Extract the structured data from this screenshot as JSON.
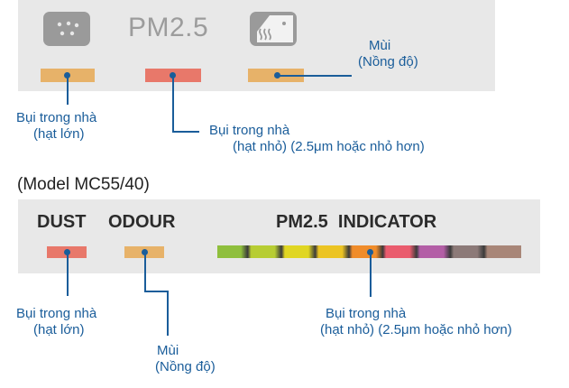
{
  "top_panel": {
    "pm_label": "PM2.5",
    "icon_dust": "dust-sensor-icon",
    "icon_odour": "odour-sensor-icon",
    "colors": {
      "dust_bar": "#e7b269",
      "pm_bar": "#e8786a",
      "odour_bar": "#e7b269"
    }
  },
  "top_callouts": {
    "odour": {
      "line1": "Mùi",
      "line2": "(Nồng độ)"
    },
    "dust_large": {
      "line1": "Bụi trong nhà",
      "line2": "(hạt lớn)"
    },
    "dust_small": {
      "line1": "Bụi trong nhà",
      "line2": "(hạt nhỏ) (2.5μm hoặc nhỏ hơn)"
    }
  },
  "model_heading": "(Model MC55/40)",
  "bottom_panel": {
    "dust_label": "DUST",
    "odour_label": "ODOUR",
    "pm_indicator_label": "PM2.5  INDICATOR",
    "indicator_colors": [
      "#8fbf3d",
      "#b7cd33",
      "#e0d623",
      "#ecc423",
      "#f08c2a",
      "#ea5c6e",
      "#b35ea6",
      "#8c7a78",
      "#a88678"
    ],
    "colors": {
      "dust_bar": "#e8786a",
      "odour_bar": "#e7b269"
    }
  },
  "bottom_callouts": {
    "dust_large": {
      "line1": "Bụi trong nhà",
      "line2": "(hạt lớn)"
    },
    "odour": {
      "line1": "Mùi",
      "line2": "(Nồng độ)"
    },
    "dust_small": {
      "line1": "Bụi trong nhà",
      "line2": "(hạt nhỏ) (2.5μm hoặc nhỏ hơn)"
    }
  }
}
